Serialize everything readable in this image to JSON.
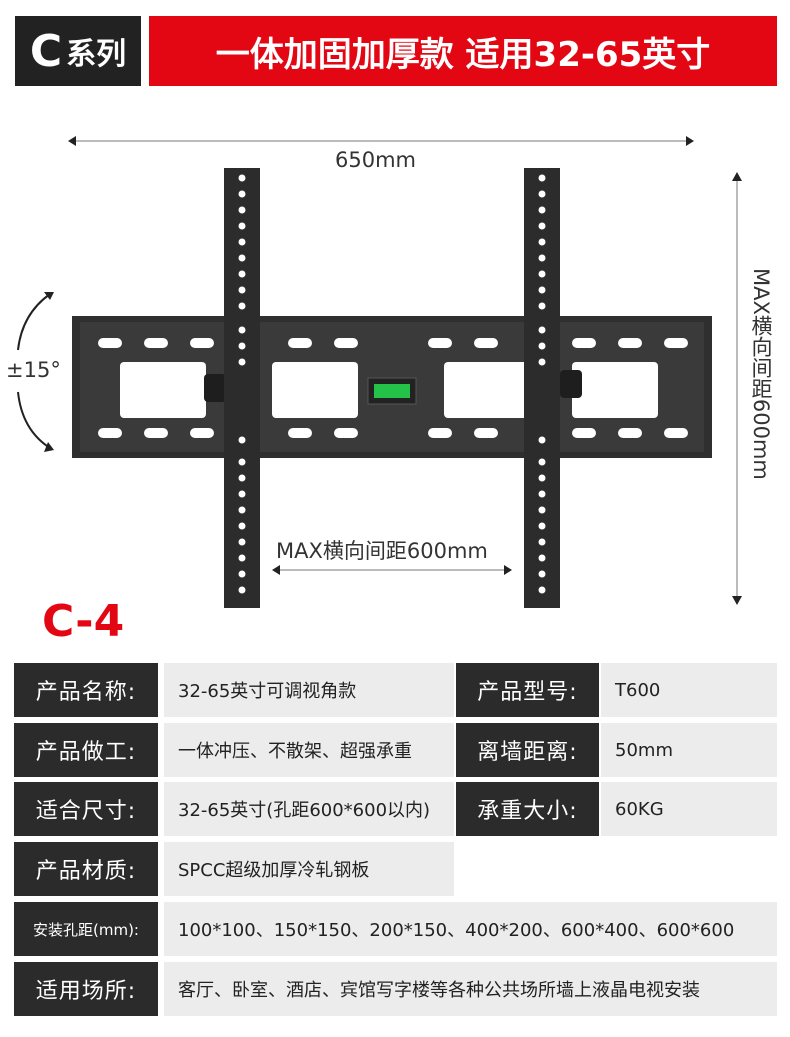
{
  "header": {
    "series_letter": "C",
    "series_label": "系列",
    "headline": "一体加固加厚款 适用32-65英寸"
  },
  "diagram": {
    "width_label": "650mm",
    "angle_label": "±15°",
    "vertical_label": "MAX横向间距600mm",
    "horizontal_label": "MAX横向间距600mm"
  },
  "model_code": "C-4",
  "specs": {
    "row1": {
      "l1": "产品名称:",
      "v1": "32-65英寸可调视角款",
      "l2": "产品型号:",
      "v2": "T600"
    },
    "row2": {
      "l1": "产品做工:",
      "v1": "一体冲压、不散架、超强承重",
      "l2": "离墙距离:",
      "v2": "50mm"
    },
    "row3": {
      "l1": "适合尺寸:",
      "v1": "32-65英寸(孔距600*600以内)",
      "l2": "承重大小:",
      "v2": "60KG"
    },
    "row4": {
      "l1": "产品材质:",
      "v1": "SPCC超级加厚冷轧钢板"
    },
    "row5": {
      "l1": "安装孔距(mm):",
      "v1": "100*100、150*150、200*150、400*200、600*400、600*600"
    },
    "row6": {
      "l1": "适用场所:",
      "v1": "客厅、卧室、酒店、宾馆写字楼等各种公共场所墙上液晶电视安装"
    }
  },
  "colors": {
    "accent_red": "#e30613",
    "dark": "#2b2b2b",
    "cell_bg": "#ececec"
  }
}
